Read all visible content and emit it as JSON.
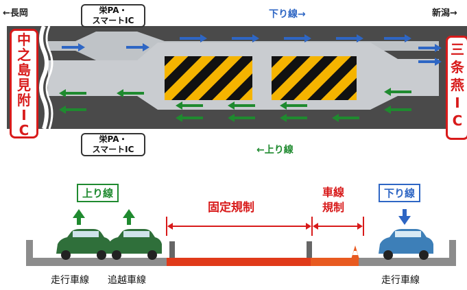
{
  "top": {
    "left_dest": "←長岡",
    "right_dest": "新潟→",
    "down_line": "下り線→",
    "up_line": "←上り線",
    "ic_top": [
      "栄PA・",
      "スマートIC"
    ],
    "ic_bottom": [
      "栄PA・",
      "スマートIC"
    ],
    "left_ic": [
      "中",
      "之",
      "島",
      "見",
      "附",
      "I",
      "C"
    ],
    "right_ic": [
      "三",
      "条",
      "燕",
      "I",
      "C"
    ]
  },
  "bottom": {
    "up_tag": "上り線",
    "down_tag": "下り線",
    "fixed_reg": "固定規制",
    "lane_reg": [
      "車線",
      "規制"
    ],
    "lane_drive_left": "走行車線",
    "lane_pass": "追越車線",
    "lane_drive_right": "走行車線"
  },
  "colors": {
    "red": "#d81a1a",
    "blue_arrow": "#2e66c4",
    "green_arrow": "#1f8a2f",
    "road": "#4a4a4a"
  }
}
